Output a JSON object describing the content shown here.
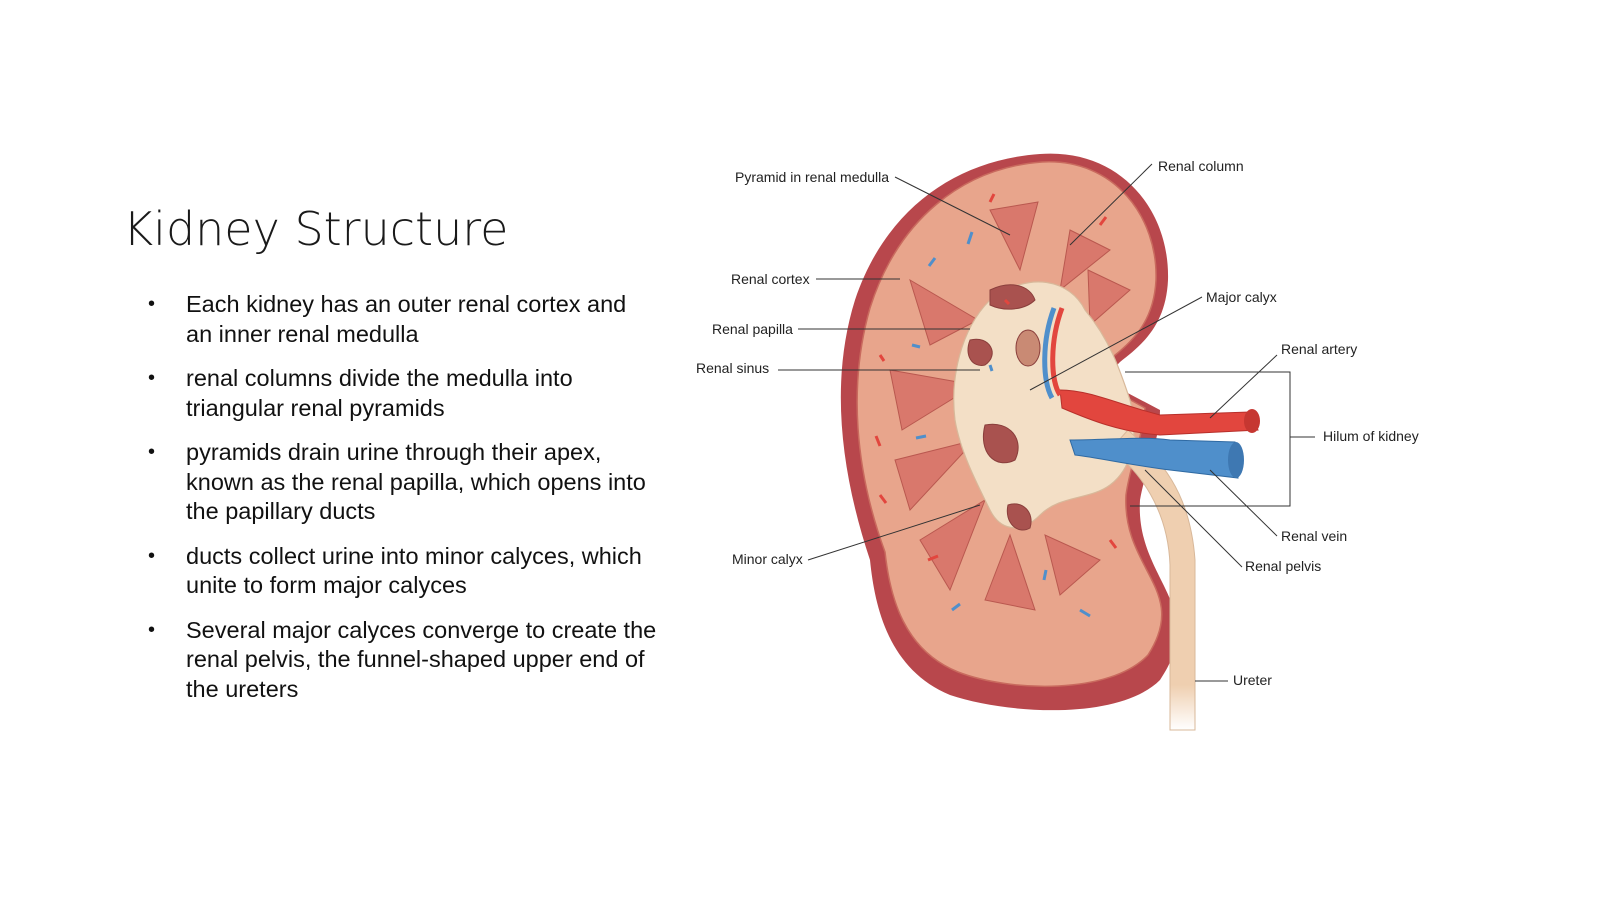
{
  "slide": {
    "title": "Kidney Structure",
    "bullets": [
      "Each kidney has an outer renal cortex and an inner renal medulla",
      "renal columns divide the medulla into triangular renal pyramids",
      "pyramids drain urine through their apex, known as the renal papilla, which opens into the papillary ducts",
      "ducts collect urine into minor calyces, which unite to form major calyces",
      "Several major calyces converge to create the renal pelvis, the funnel-shaped upper end of the ureters"
    ],
    "bullet_glyph": "•"
  },
  "figure": {
    "labels": {
      "pyramid": "Pyramid in renal medulla",
      "renal_column": "Renal column",
      "renal_cortex": "Renal cortex",
      "major_calyx": "Major calyx",
      "renal_papilla": "Renal papilla",
      "renal_artery": "Renal artery",
      "renal_sinus": "Renal sinus",
      "hilum": "Hilum of kidney",
      "renal_vein": "Renal vein",
      "minor_calyx": "Minor calyx",
      "renal_pelvis": "Renal pelvis",
      "ureter": "Ureter"
    },
    "colors": {
      "capsule": "#b8474c",
      "cortex": "#e8a58c",
      "medulla_pyramid": "#d9786c",
      "sinus": "#f3dfc6",
      "artery": "#e2463e",
      "vein": "#4f8fcb",
      "ureter": "#efcfb0"
    }
  }
}
